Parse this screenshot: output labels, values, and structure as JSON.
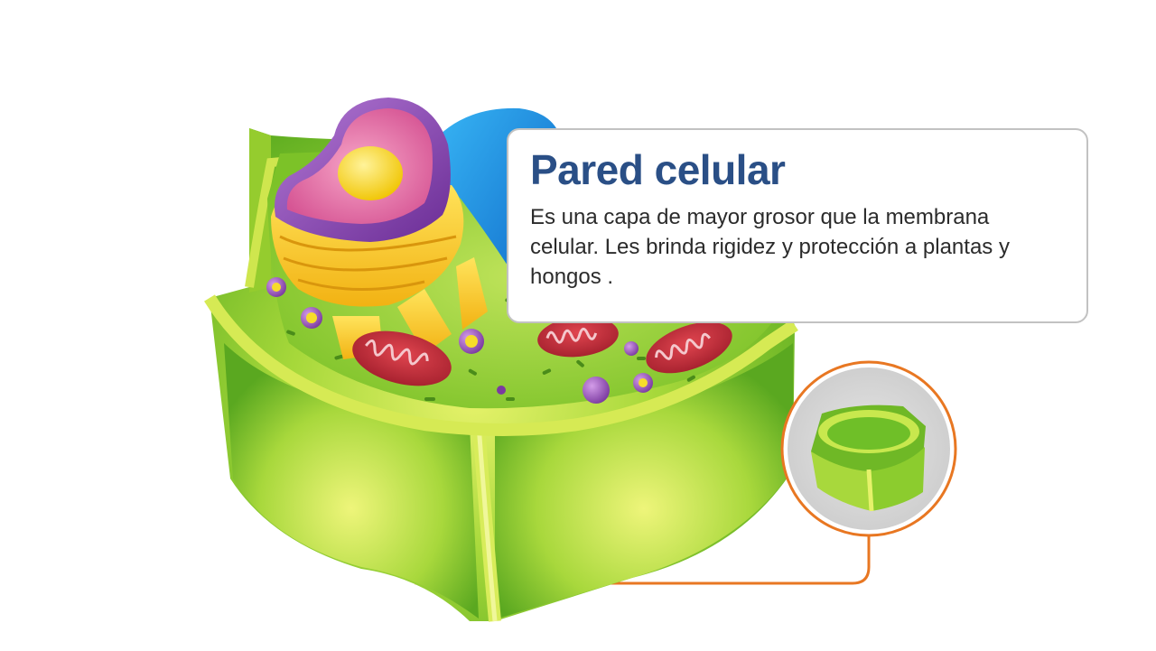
{
  "callout": {
    "title": "Pared celular",
    "description": "Es una capa de mayor grosor que la membrana celular. Les brinda rigidez y protección a plantas y hongos ."
  },
  "illustration": {
    "subject": "plant-cell-cutaway",
    "zoom_subject": "cell-wall",
    "colors": {
      "cell_wall": "#7cc520",
      "cytoplasm": "#9fd83c",
      "nucleus": "#e070a0",
      "nuclear_envelope": "#8a4bb0",
      "nucleolus": "#f7dc2a",
      "vacuole": "#1f8fe0",
      "endoplasmic_reticulum": "#f5c21a",
      "mitochondria": "#c4283a",
      "connector_line": "#e87722",
      "title_text": "#2a4f86"
    }
  }
}
